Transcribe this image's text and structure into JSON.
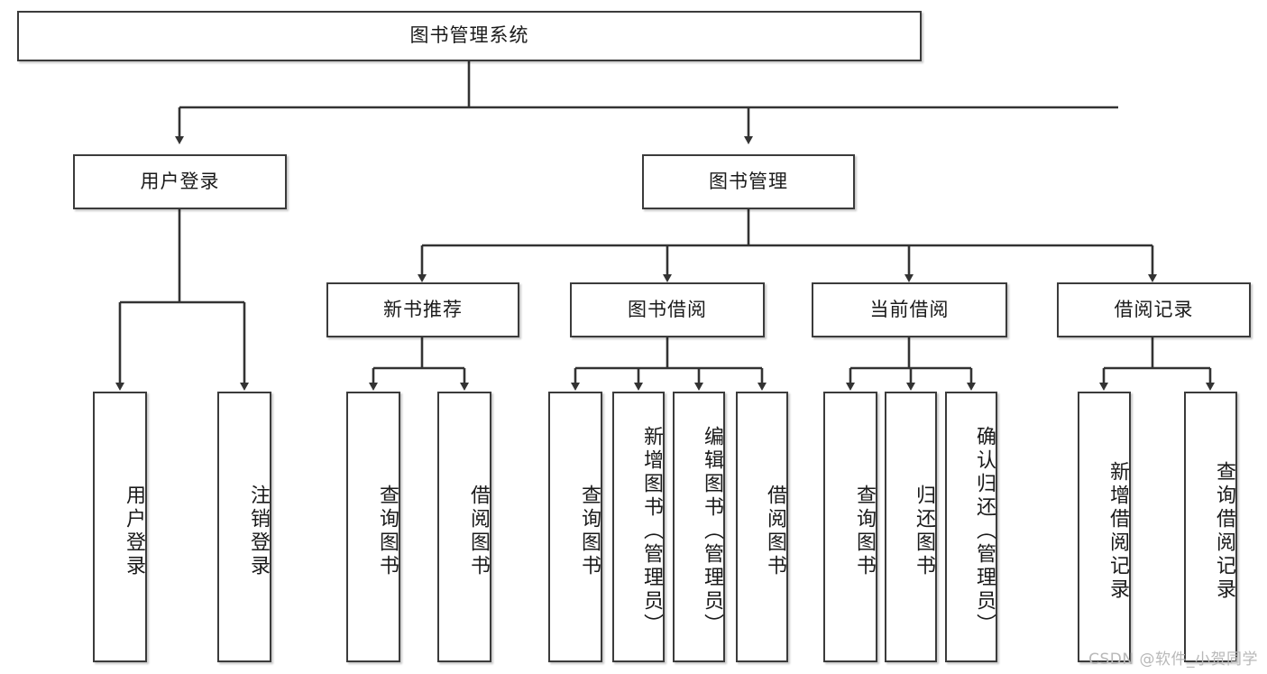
{
  "diagram": {
    "type": "tree",
    "title": "图书管理系统",
    "watermark": "CSDN @软件_小贺同学",
    "colors": {
      "background": "#ffffff",
      "node_border": "#3b3b3b",
      "node_fill": "#ffffff",
      "edge": "#333333",
      "text": "#1a1a1a",
      "watermark": "#b8b8b8"
    },
    "nodes": {
      "root": {
        "label": "图书管理系统"
      },
      "level1": [
        {
          "id": "user-login",
          "label": "用户登录"
        },
        {
          "id": "book-manage",
          "label": "图书管理"
        }
      ],
      "level2": [
        {
          "id": "new-book-recommend",
          "label": "新书推荐"
        },
        {
          "id": "book-borrow",
          "label": "图书借阅"
        },
        {
          "id": "current-borrow",
          "label": "当前借阅"
        },
        {
          "id": "borrow-record",
          "label": "借阅记录"
        }
      ],
      "leaves": {
        "user-login": [
          {
            "id": "leaf-user-login",
            "label": "用户登录"
          },
          {
            "id": "leaf-logout-login",
            "label": "注销登录"
          }
        ],
        "new-book-recommend": [
          {
            "id": "leaf-query-book-1",
            "label": "查询图书"
          },
          {
            "id": "leaf-borrow-book-1",
            "label": "借阅图书"
          }
        ],
        "book-borrow": [
          {
            "id": "leaf-query-book-2",
            "label": "查询图书"
          },
          {
            "id": "leaf-add-book",
            "label": "新增图书（管理员）"
          },
          {
            "id": "leaf-edit-book",
            "label": "编辑图书（管理员）"
          },
          {
            "id": "leaf-borrow-book-2",
            "label": "借阅图书"
          }
        ],
        "current-borrow": [
          {
            "id": "leaf-query-book-3",
            "label": "查询图书"
          },
          {
            "id": "leaf-return-book",
            "label": "归还图书"
          },
          {
            "id": "leaf-confirm-return",
            "label": "确认归还（管理员）"
          }
        ],
        "borrow-record": [
          {
            "id": "leaf-add-record",
            "label": "新增借阅记录"
          },
          {
            "id": "leaf-query-record",
            "label": "查询借阅记录"
          }
        ]
      }
    }
  }
}
